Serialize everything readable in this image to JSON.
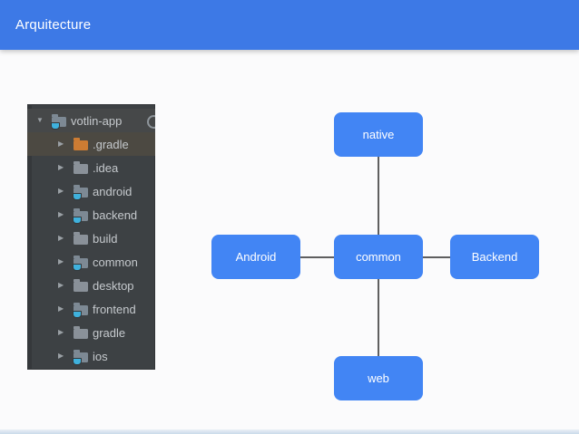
{
  "header": {
    "title": "Arquitecture",
    "bg": "#3d79e6",
    "text_color": "#ffffff"
  },
  "file_tree": {
    "panel_bg": "#3d4144",
    "items": [
      {
        "label": "votlin-app",
        "type": "module",
        "level": 0,
        "expanded": true,
        "highlight": "soft",
        "trailing_icon": "partial-circle"
      },
      {
        "label": ".gradle",
        "type": "excluded",
        "level": 1,
        "expanded": false,
        "highlight": "warm"
      },
      {
        "label": ".idea",
        "type": "plain",
        "level": 1,
        "expanded": false
      },
      {
        "label": "android",
        "type": "module",
        "level": 1,
        "expanded": false
      },
      {
        "label": "backend",
        "type": "module",
        "level": 1,
        "expanded": false
      },
      {
        "label": "build",
        "type": "plain",
        "level": 1,
        "expanded": false
      },
      {
        "label": "common",
        "type": "module",
        "level": 1,
        "expanded": false
      },
      {
        "label": "desktop",
        "type": "plain",
        "level": 1,
        "expanded": false
      },
      {
        "label": "frontend",
        "type": "module",
        "level": 1,
        "expanded": false
      },
      {
        "label": "gradle",
        "type": "plain",
        "level": 1,
        "expanded": false
      },
      {
        "label": "ios",
        "type": "module",
        "level": 1,
        "expanded": false
      }
    ]
  },
  "diagram": {
    "node_color": "#4285f4",
    "node_text_color": "#ffffff",
    "line_color": "#2b2b2b",
    "nodes": [
      {
        "id": "native",
        "label": "native"
      },
      {
        "id": "android",
        "label": "Android"
      },
      {
        "id": "common",
        "label": "common"
      },
      {
        "id": "backend",
        "label": "Backend"
      },
      {
        "id": "web",
        "label": "web"
      }
    ],
    "edges": [
      {
        "from": "native",
        "to": "common"
      },
      {
        "from": "android",
        "to": "common"
      },
      {
        "from": "common",
        "to": "backend"
      },
      {
        "from": "common",
        "to": "web"
      }
    ]
  },
  "footer": {
    "accent_top": "#eaeff5",
    "accent_bottom": "#c9daea"
  }
}
